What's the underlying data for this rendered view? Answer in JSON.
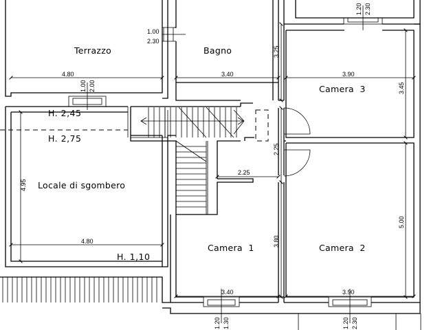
{
  "rooms": {
    "terrazzo": "Terrazzo",
    "bagno": "Bagno",
    "camera3": "Camera  3",
    "locale": "Locale di sgombero",
    "camera1": "Camera  1",
    "camera2": "Camera  2"
  },
  "heights": {
    "h1": "H. 2,45",
    "h2": "H. 2,75",
    "h3": "H. 1,10"
  },
  "dimensions": {
    "terrazzo_w": "4.80",
    "bagno_w": "3.40",
    "camera3_w": "3.90",
    "camera3_h": "3.45",
    "bagno_h": "3.25",
    "locale_w": "4.80",
    "locale_h": "4.95",
    "corridor_w": "2.25",
    "corridor_h": "2.25",
    "camera1_h": "3.80",
    "camera1_w": "3.40",
    "camera2_h": "5.00",
    "camera2_w": "3.90"
  },
  "windows": {
    "top_right_a": "1.20",
    "top_right_b": "2.30",
    "bagno_a": "1.00",
    "bagno_b": "2.30",
    "terrazzo_a": "1.00",
    "terrazzo_b": "2.00",
    "cam1_a": "1.20",
    "cam1_b": "1.30",
    "cam2_a": "1.20",
    "cam2_b": "2.30"
  }
}
